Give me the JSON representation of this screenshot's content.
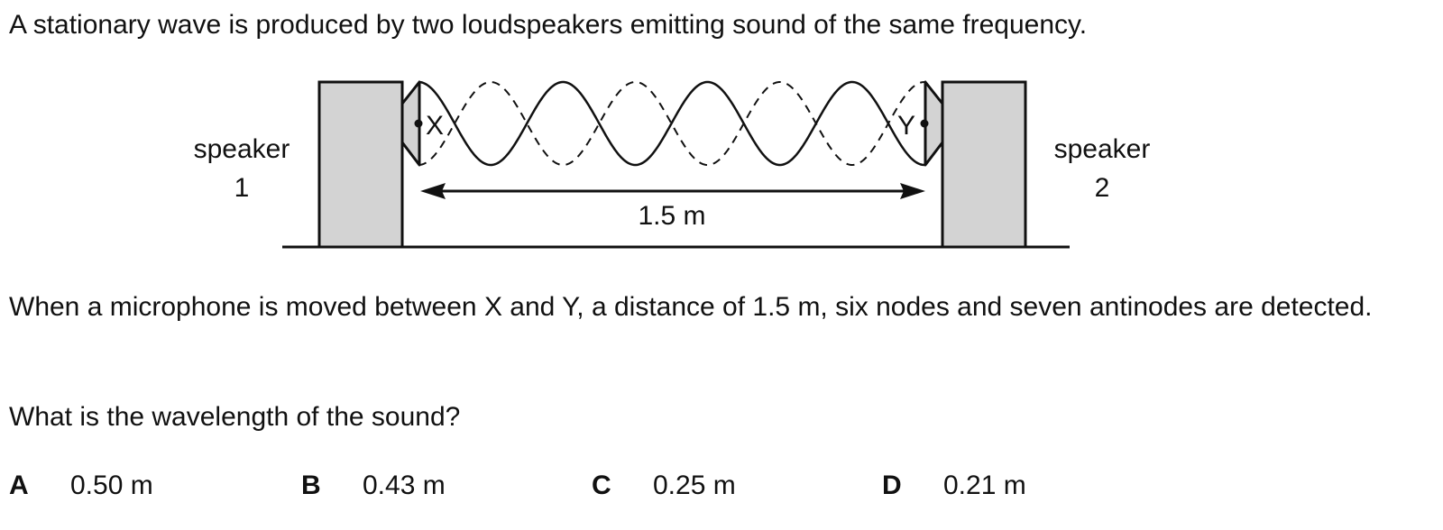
{
  "intro": "A stationary wave is produced by two loudspeakers emitting sound of the same frequency.",
  "diagram": {
    "speaker1_line1": "speaker",
    "speaker1_line2": "1",
    "speaker2_line1": "speaker",
    "speaker2_line2": "2",
    "point_x": "X",
    "point_y": "Y",
    "distance": "1.5 m",
    "antinode_count": 7
  },
  "paragraph": "When a microphone is moved between X and Y, a distance of 1.5 m, six nodes and seven antinodes are detected.",
  "question": "What is the wavelength of the sound?",
  "options": [
    {
      "letter": "A",
      "value": "0.50 m"
    },
    {
      "letter": "B",
      "value": "0.43 m"
    },
    {
      "letter": "C",
      "value": "0.25 m"
    },
    {
      "letter": "D",
      "value": "0.21 m"
    }
  ]
}
